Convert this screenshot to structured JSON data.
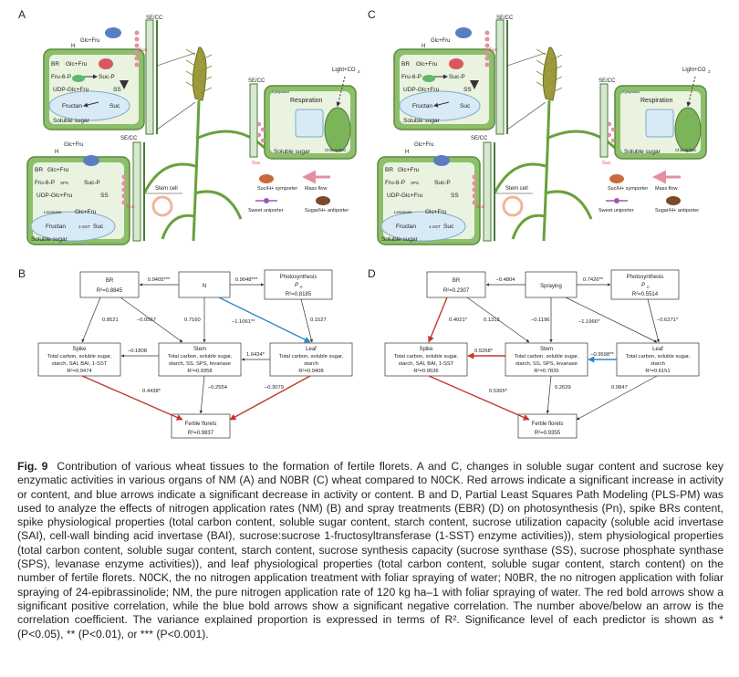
{
  "panel_labels": {
    "a": "A",
    "b": "B",
    "c": "C",
    "d": "D"
  },
  "schematic": {
    "se_cc": "SE/CC",
    "stem_cell": "Stem cell",
    "light": "Light+CO",
    "light_sub": "2",
    "respiration": "Respiration",
    "cytoplasm": "Cytoplasm",
    "chloroplast": "Chloroplast",
    "soluble_sugar": "Soluble sugar",
    "glc_fru": "Glc+Fru",
    "h_plus": "H",
    "suc": "Suc",
    "br": "BR",
    "fru6p": "Fru-6-P",
    "sucp": "Suc-P",
    "sps": "SPS",
    "udp": "UDP-Glc+Fru",
    "ss": "SS",
    "fructan": "Fructan",
    "sst": "1-SST",
    "levanase": "Levanase",
    "sai": "SAI",
    "bai": "BAI",
    "legend": {
      "symporter": "Suc/H",
      "symporter_tail": " symporter",
      "mass_flow": "Mass flow",
      "uniporter": "Sweet uniporter",
      "antiporter": "Sugar/H",
      "antiporter_tail": " antiporter"
    },
    "colors": {
      "sieve": "#d6e8cf",
      "cell": "#8cbf6a",
      "vacuole": "#d8eaf6",
      "pink": "#e48fa0",
      "purple": "#9b59b6"
    }
  },
  "path_b": {
    "nodes": {
      "br": {
        "line1": "BR",
        "line2": "R²=0.8845"
      },
      "n": {
        "line1": "N"
      },
      "ps": {
        "line1": "Photosynthesis",
        "line2": "P",
        "line2_sub": "n",
        "line3": "R²=0.8185"
      },
      "spike": {
        "line1": "Spike",
        "line2": "Total carbon, soluble sugar,",
        "line3": "starch, SAI, BAI, 1-SST",
        "line4": "R²=0.9474"
      },
      "stem": {
        "line1": "Stem",
        "line2": "Total carbon, soluble sugar,",
        "line3": "starch, SS, SPS, levanase",
        "line4": "R²=0.9358"
      },
      "leaf": {
        "line1": "Leaf",
        "line2": "Total carbon, soluble sugar,",
        "line3": "starch",
        "line4": "R²=0.9408"
      },
      "ff": {
        "line1": "Fertile florets",
        "line2": "R²=0.9837"
      }
    },
    "coef": {
      "n_br": "0.9405***",
      "n_ps": "0.9048***",
      "br_spike": "0.8521",
      "br_stem": "–0.0567",
      "n_stem": "0.7160",
      "n_leaf": "–1.1061**",
      "ps_leaf": "0.1527",
      "stem_spike": "–0.1808",
      "leaf_stem": "1.6434*",
      "spike_ff": "0.4438*",
      "stem_ff": "–0.2554",
      "leaf_ff": "–0.3079"
    }
  },
  "path_d": {
    "nodes": {
      "br": {
        "line1": "BR",
        "line2": "R²=0.2307"
      },
      "n": {
        "line1": "Spraying"
      },
      "ps": {
        "line1": "Photosynthesis",
        "line2": "P",
        "line2_sub": "n",
        "line3": "R²=0.5514"
      },
      "spike": {
        "line1": "Spike",
        "line2": "Total carbon, soluble sugar,",
        "line3": "starch, SAI, BAI, 1-SST",
        "line4": "R²=0.9536"
      },
      "stem": {
        "line1": "Stem",
        "line2": "Total carbon, soluble sugar,",
        "line3": "starch, SS, SPS, levanase",
        "line4": "R²=0.7835"
      },
      "leaf": {
        "line1": "Leaf",
        "line2": "Total carbon, soluble sugar,",
        "line3": "starch",
        "line4": "R²=0.6151"
      },
      "ff": {
        "line1": "Fertile florets",
        "line2": "R²=0.9355"
      }
    },
    "coef": {
      "n_br": "–0.4804",
      "n_ps": "0.7426**",
      "br_spike": "0.4021*",
      "br_stem": "0.1312",
      "n_stem": "–0.1196",
      "n_leaf": "–1.1966*",
      "ps_leaf": "–0.6271*",
      "stem_spike": "0.5268*",
      "leaf_stem": "–0.9598**",
      "spike_ff": "0.5365*",
      "stem_ff": "0.2639",
      "leaf_ff": "0.0847"
    }
  },
  "caption": {
    "fig": "Fig. 9",
    "text": "Contribution of various wheat tissues to the formation of fertile florets. A and C, changes in soluble sugar content and sucrose key enzymatic activities in various organs of NM (A) and N0BR (C) wheat compared to N0CK. Red arrows indicate a significant increase in activity or content, and blue arrows indicate a significant decrease in activity or content. B and D, Partial Least Squares Path Modeling (PLS-PM) was used to analyze the effects of nitrogen application rates (NM) (B) and spray treatments (EBR) (D) on photosynthesis (Pn), spike BRs content, spike physiological properties (total carbon content, soluble sugar content, starch content, sucrose utilization capacity (soluble acid invertase (SAI), cell-wall binding acid invertase (BAI), sucrose:sucrose 1-fructosyltransferase (1-SST) enzyme activities)), stem physiological properties (total carbon content, soluble sugar content, starch content, sucrose synthesis capacity (sucrose synthase (SS), sucrose phosphate synthase (SPS), levanase enzyme activities)), and leaf physiological properties (total carbon content, soluble sugar content, starch content) on the number of fertile florets. N0CK, the no nitrogen application treatment with foliar spraying of water; N0BR, the no nitrogen application with foliar spraying of 24-epibrassinolide; NM, the pure nitrogen application rate of 120 kg ha–1 with foliar spraying of water. The red bold arrows show a significant positive correlation, while the blue bold arrows show a significant negative correlation. The number above/below an arrow is the correlation coefficient. The variance explained proportion is expressed in terms of R². Significance level of each predictor is shown as * (P<0.05), ** (P<0.01), or *** (P<0.001)."
  }
}
